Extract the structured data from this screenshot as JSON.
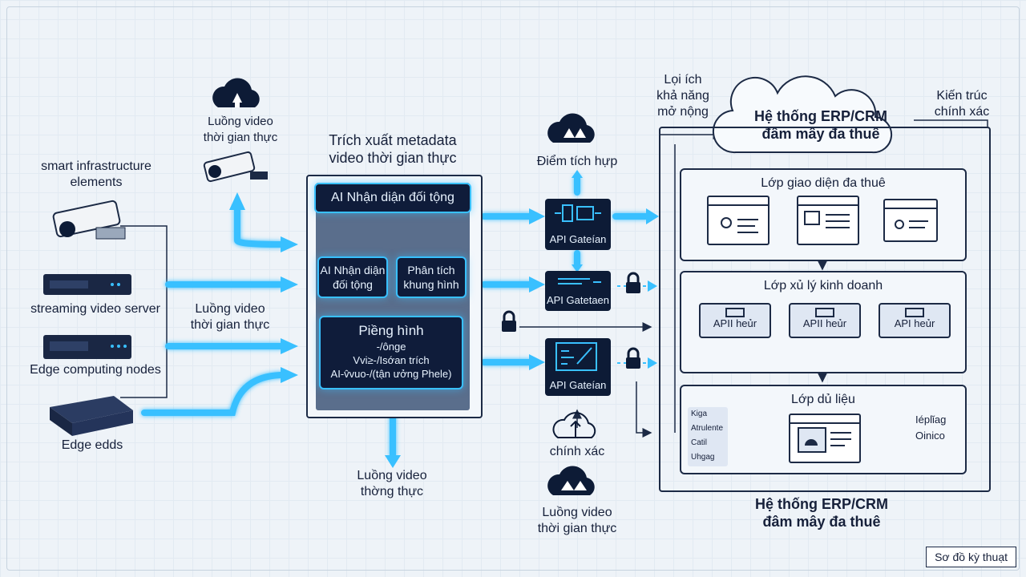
{
  "left": {
    "camera_top_label": "Luồng video\nthời gian thực",
    "smart_label": "smart infrastructure\nelements",
    "streaming_label": "streaming video server",
    "edge_nodes_label": "Edge computing nodes",
    "edge_edds_label": "Edge edds",
    "middle_flow_label": "Luồng video\nthời gian thực",
    "bottom_flow_label": "Luồng video\nthờng thực"
  },
  "ai": {
    "heading": "Trích xuất metadata\nvideo thời gian thực",
    "top_box": "AI Nhận diận đối tộng",
    "left_box": "AI Nhận diận\nđối tộng",
    "right_box": "Phân tích\nkhung hình",
    "bottom_title": "Piềng hình",
    "bottom_l2": "-/ônge",
    "bottom_l3": "Vvi≥-/Isớan trích",
    "bottom_l4": "AI-v̂vuo-/(tận ưởng Phele)"
  },
  "gateway": {
    "top_label": "Điểm tích hựp",
    "api1": "API Gateían",
    "api2": "API Gatetaen",
    "api3": "API Gateían",
    "bottom_label": "chính xác",
    "bottom_flow_label": "Luồng video\nthời gian thực"
  },
  "erp": {
    "left_note": "Lọi ích\nkhả năng\nmở nộng",
    "right_note": "Kiến trúc\nchính xác",
    "cloud_title": "Hệ thống ERP/CRM\nđâm mây đa thuê",
    "layer1": "Lớp giao diện đa thuê",
    "layer2": "Lớp xủ lý kinh doanh",
    "layer2_api": [
      "APII hеủr",
      "APII hеủr",
      "API hеủr"
    ],
    "layer3": "Lớp dủ liệu",
    "layer3_left": [
      "Kiga",
      "Atrulente",
      "Catil",
      "Uhgag"
    ],
    "layer3_right": [
      "Iéplǐag",
      "Oinico"
    ],
    "bottom_title": "Hệ thống ERP/CRM\nđâm mây đa thuê"
  },
  "corner_label": "Sơ đồ kỳ thuạt",
  "colors": {
    "accent": "#39c0ff",
    "dark": "#0d1b36",
    "line": "#1c2a45"
  }
}
